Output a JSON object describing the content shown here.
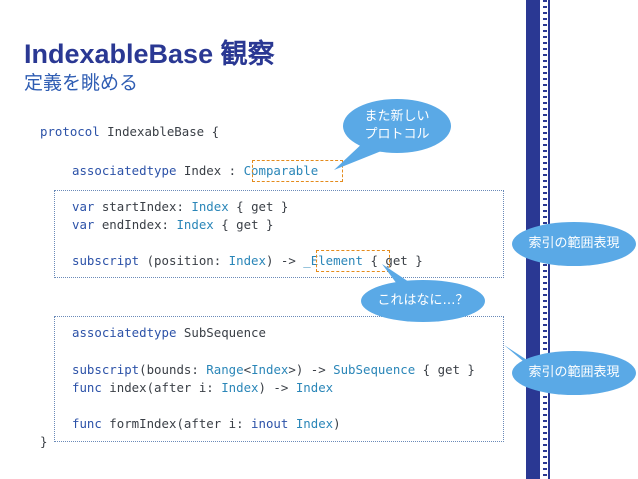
{
  "slide": {
    "title": "IndexableBase 観察",
    "subtitle": "定義を眺める"
  },
  "code": {
    "l1": {
      "kw": "protocol",
      "rest": " IndexableBase {"
    },
    "l2": {
      "kw": "associatedtype",
      "name": " Index : ",
      "type": "Comparable"
    },
    "l3": {
      "kw": "var",
      "name": " startIndex: ",
      "type": "Index",
      "rest": " { get }"
    },
    "l4": {
      "kw": "var",
      "name": " endIndex: ",
      "type": "Index",
      "rest": " { get }"
    },
    "l5": {
      "kw": "subscript",
      "a": " (position: ",
      "type": "Index",
      "b": ") -> ",
      "type2": "_Element",
      "c": " { get }"
    },
    "l6": {
      "kw": "associatedtype",
      "name": " SubSequence"
    },
    "l7": {
      "kw": "subscript",
      "a": "(bounds: ",
      "type": "Range",
      "b": "<",
      "type2": "Index",
      "c": ">) -> ",
      "type3": "SubSequence",
      "d": " { get }"
    },
    "l8": {
      "kw": "func",
      "a": " index(after i: ",
      "type": "Index",
      "b": ") -> ",
      "type2": "Index"
    },
    "l9": {
      "kw": "func",
      "a": " formIndex(after i: ",
      "kw2": "inout",
      "b": " ",
      "type": "Index",
      "c": ")"
    },
    "l10": {
      "rest": "}"
    }
  },
  "callouts": {
    "new_protocol": {
      "line1": "また新しい",
      "line2": "プロトコル"
    },
    "range_1": "索引の範囲表現",
    "what_is_this": "これはなに…？",
    "range_2": "索引の範囲表現"
  },
  "colors": {
    "title": "#2a3893",
    "subtitle": "#2f5db3",
    "keyword": "#2c52a8",
    "type": "#2a86b8",
    "bubble": "#5aa9e6",
    "highlight": "#e48b1c"
  }
}
